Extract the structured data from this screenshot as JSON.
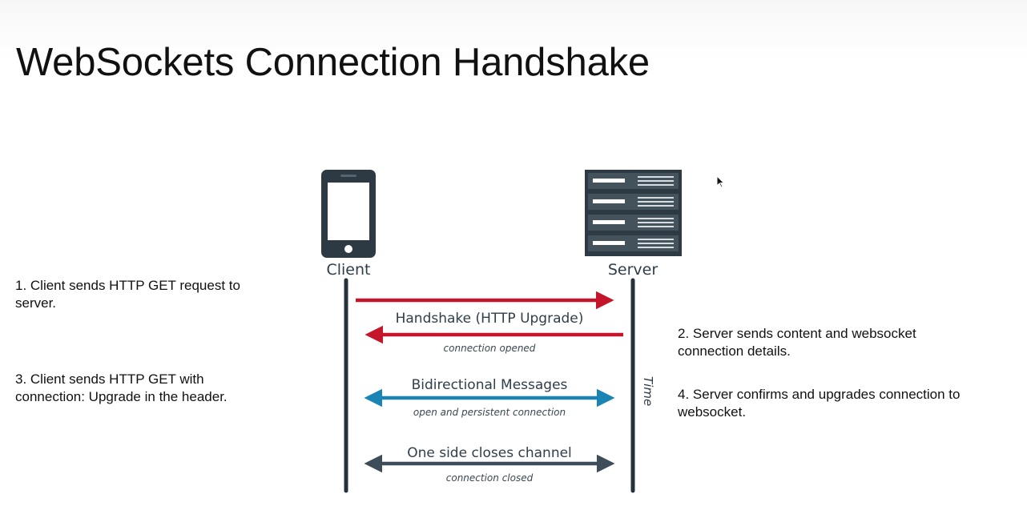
{
  "title": "WebSockets Connection Handshake",
  "notes": {
    "step1": "1. Client sends HTTP GET request to server.",
    "step2": "2. Server sends content and websocket connection details.",
    "step3": "3. Client sends HTTP GET with connection: Upgrade in the header.",
    "step4": "4. Server confirms and upgrades connection to websocket."
  },
  "diagram": {
    "client_label": "Client",
    "server_label": "Server",
    "time_label": "Time",
    "handshake_label": "Handshake (HTTP Upgrade)",
    "connection_opened": "connection opened",
    "bidirectional_label": "Bidirectional Messages",
    "persistent_label": "open and persistent connection",
    "close_label": "One side closes channel",
    "connection_closed": "connection closed"
  },
  "colors": {
    "handshake": "#c5152a",
    "bidirectional": "#1a85b5",
    "close": "#3d4d5a",
    "lifeline": "#25313b",
    "label": "#2f3e4b"
  },
  "icons": [
    "smartphone-icon",
    "server-rack-icon",
    "mouse-cursor-icon"
  ]
}
